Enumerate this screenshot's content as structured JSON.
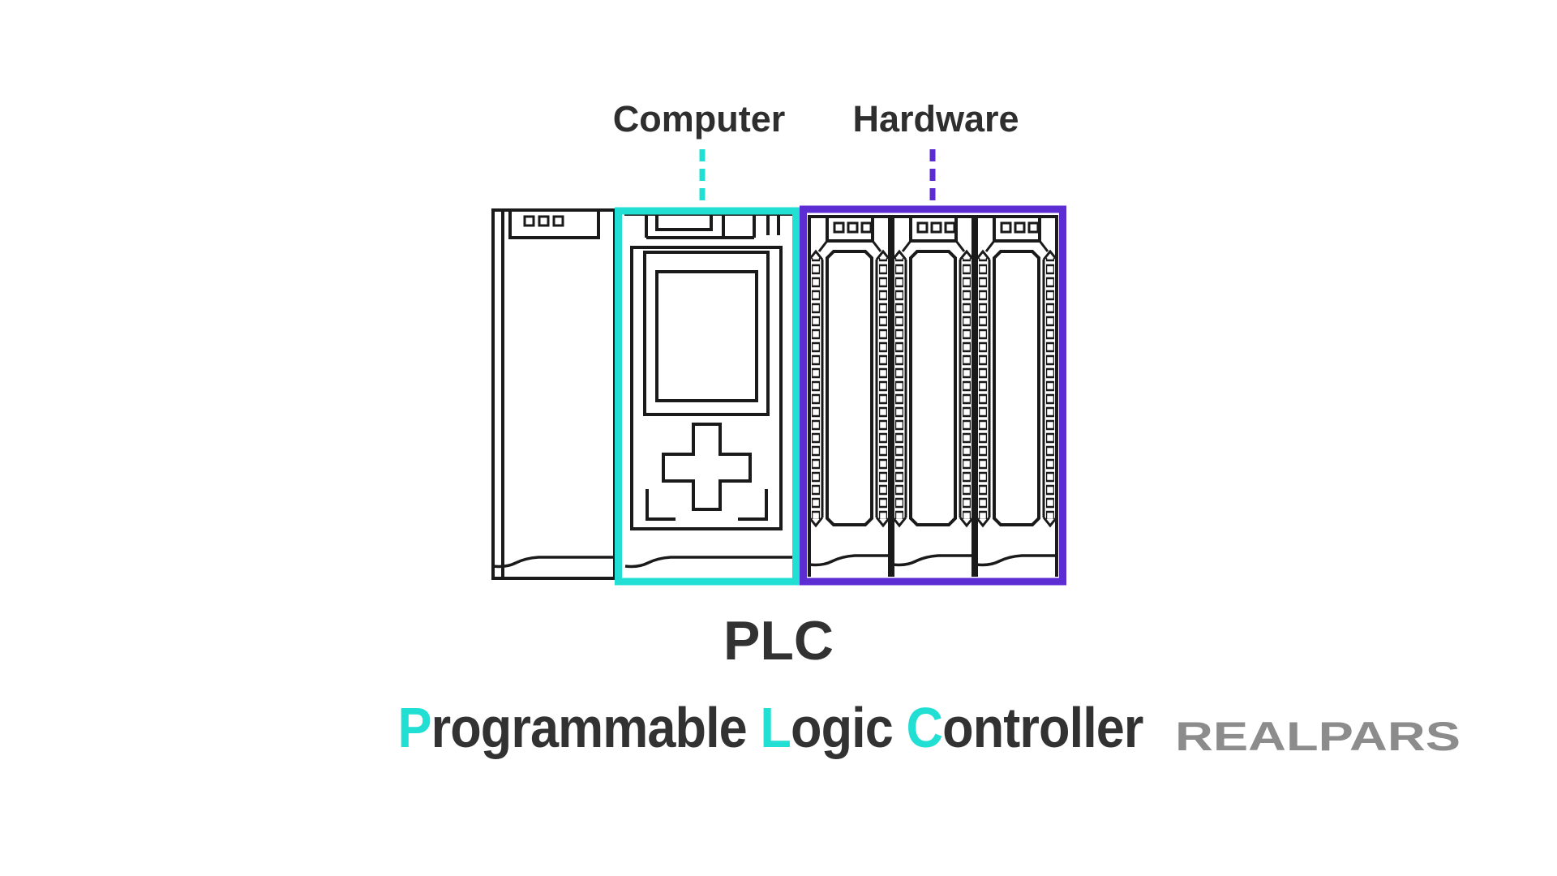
{
  "callouts": {
    "computer": "Computer",
    "hardware": "Hardware"
  },
  "title": {
    "abbr": "PLC"
  },
  "subtitle": {
    "parts": [
      {
        "text": "P",
        "accent": true
      },
      {
        "text": "rogrammable ",
        "accent": false
      },
      {
        "text": "L",
        "accent": true
      },
      {
        "text": "ogic ",
        "accent": false
      },
      {
        "text": "C",
        "accent": true
      },
      {
        "text": "ontroller",
        "accent": false
      }
    ]
  },
  "logo": {
    "text": "REALPARS"
  },
  "colors": {
    "accent_cyan": "#21dfd3",
    "accent_purple": "#5c2dd2",
    "drawing_ink": "#1a1a1a",
    "text_dark": "#2e2e2e",
    "logo_gray": "#8c8c8c"
  },
  "diagram": {
    "type": "labeled-illustration",
    "subject": "PLC rack line drawing",
    "components": [
      {
        "name": "power-supply-module",
        "highlight": "none"
      },
      {
        "name": "cpu-module-with-display-and-keypad",
        "highlight": "computer",
        "highlight_color": "#21dfd3"
      },
      {
        "name": "io-module",
        "count": 3,
        "highlight": "hardware",
        "highlight_color": "#5c2dd2"
      }
    ]
  }
}
